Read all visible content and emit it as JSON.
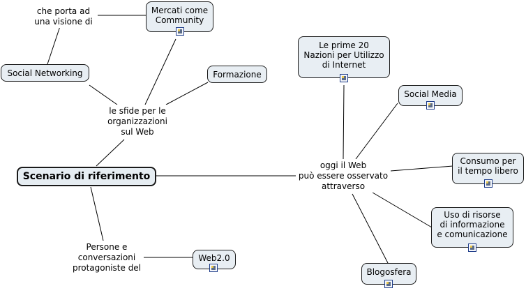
{
  "concepts": {
    "mercati": "Mercati come\nCommunity",
    "social_networking": "Social Networking",
    "formazione": "Formazione",
    "scenario": "Scenario di riferimento",
    "web20": "Web2.0",
    "prime20": "Le prime 20\nNazioni per Utilizzo\ndi Internet",
    "social_media": "Social Media",
    "consumo": "Consumo per\nil tempo libero",
    "uso_risorse": "Uso di risorse\ndi informazione\ne comunicazione",
    "blogosfera": "Blogosfera"
  },
  "linking_phrases": {
    "che_porta": "che porta ad\nuna visione di",
    "sfide": "le sfide per le\norganizzazioni\nsul Web",
    "persone": "Persone e\nconversazioni\nprotagoniste del",
    "oggi_web": "oggi il Web\npuò essere osservato\nattraverso"
  },
  "icons": {
    "attached_resource": "document-icon"
  },
  "colors": {
    "node_fill": "#e8eef3",
    "node_border": "#1a1a1a",
    "line": "#000000",
    "icon_border": "#1f3d8a"
  }
}
